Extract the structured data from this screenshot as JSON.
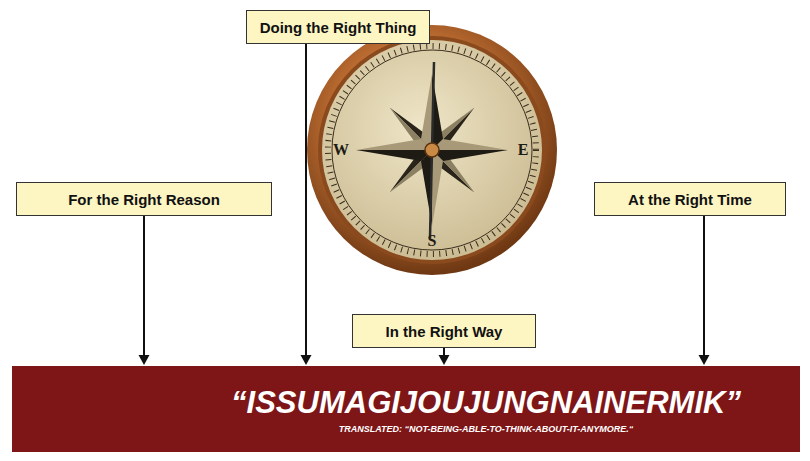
{
  "diagram": {
    "nodes": [
      {
        "text": [
          "Doing the Right Thing"
        ]
      },
      {
        "text": [
          "For the Right Reason"
        ]
      },
      {
        "text": [
          "At the Right Time"
        ]
      },
      {
        "text": [
          "In the Right Way"
        ]
      },
      {
        "text": [
          "“ISSUMAGIJOUJUNGNAINERMIK”",
          "TRANSLATED: “NOT-BEING-ABLE-TO-THINK-ABOUT-IT-ANYMORE.“"
        ]
      }
    ],
    "edges": [
      {
        "from": 0,
        "to": 4,
        "arrow": "to"
      },
      {
        "from": 1,
        "to": 4,
        "arrow": "to"
      },
      {
        "from": 2,
        "to": 4,
        "arrow": "to"
      },
      {
        "from": 3,
        "to": 4,
        "arrow": "to"
      }
    ],
    "labels": [
      "W",
      "E",
      "S"
    ]
  }
}
